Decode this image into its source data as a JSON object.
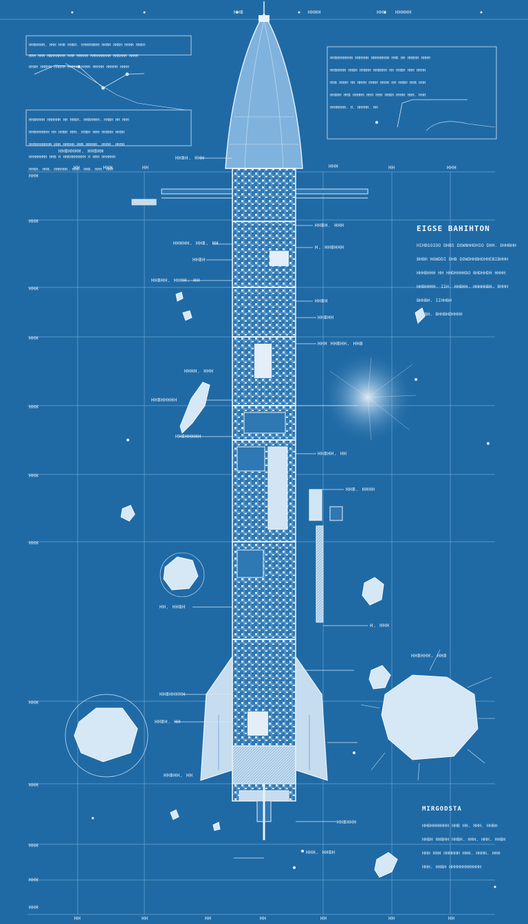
{
  "colors": {
    "background": "#1f6aa5",
    "line": "#d8e9f7",
    "faint_line": "#7fb2db",
    "fill_light": "#c9def0"
  },
  "headings": {
    "right_panel": "EIGSE BAHIHTON",
    "bottom_right": "MIRGODSTA"
  },
  "right_panel_lines": [
    "HIHBSOIDO DHB5 DOWNHHDHIO DHH. DHHBHH",
    "BHBH HOWDDI DHB DOWDHHBHOHHEBIBHHH",
    "HHHBHHH HH HHDHHHHDO BHDHHDH HHHH",
    "HHBHHHH. IIH. HHBHH. HHHHHBH. BHHH",
    "BHHBH. IIHHBH",
    "BHHBH. BHHBHDHHHH"
  ],
  "bottom_right_lines": [
    "HHBHHHHHHH HHB HH. HHH. HHBH",
    "HHBH HHBHH HHBH. HHH. HHH. HHBH",
    "HHH HHH HHHHHH HHH. HHHH. HHH",
    "HHH. HHBH HHHHHHHHHHHH"
  ],
  "top_left_box_lines": [
    "HHBHHHH. HHH HHB HHBH. HHHHHBHH HHBH HHBH HHHH HHBH",
    "HHH HHH HBHHHHHH HHH HHHHH HHHHHHHHH HHBHHH HHHH",
    "HHBH HHBHH HHBHH HHHHH HHHH HHHHH HHHHH HHHH"
  ],
  "top_left_lower_lines": [
    "HHBHHHH HHHHHH HH HHBH. HHBHHHH. HHBH HH HHH",
    "HHBHHHHHH HH HHBH HHH. HHBH HHH HHBHH HHBH",
    "HHBHHHHHHH HHH HHBHH HHB HHHHH. HHBH. HHBH",
    "HHHHHHHH HHB H HHBHHHHHHH H HHH HHHHHH",
    "HHBH. HHB. HHHHHH. HHB. HHB. HHH. HHH"
  ],
  "top_right_box_lines": [
    "HHBHHHHHHH HHHHHH HHHHHHHH HHB HH HHBHH HHHH",
    "HHBHHHH HHBH HHBHH HHBHHH HH HHBH HHH HHHH",
    "HHB HHHH HH HHHH HHHH HHHH HH HHBH HHB HHH",
    "HHBHH HHB HHHHH HHH HHH HHBH HHHH HHH. HHH",
    "HHHHHHH. H. HHHHH. HH"
  ],
  "callouts_left": [
    "HHBHHHH. HHBHH",
    "HHBH. HHH",
    "HHHHH. HHB. HH",
    "HHBH",
    "HHBHH. HHHH. HH",
    "HHHH. HHH",
    "HHBHHHHH",
    "HHBHHHHH",
    "HH. HHBH",
    "HHBHHHHH",
    "HHBH. HH",
    "HHBHH. HH"
  ],
  "callouts_right": [
    "HHBH. HHH",
    "H. HHBHHH",
    "HHBH",
    "HHBHH",
    "HHH HHBHH. HHB",
    "HHBHH. HH",
    "HHB. HHHH",
    "H. HHH",
    "HHBHHH. HHB",
    "HHBHHH",
    "HHH. HHBH"
  ],
  "top_labels": [
    "HHB",
    "HHHH",
    "HHH",
    "HHHHH"
  ],
  "row_labels": [
    "HHH",
    "HHH",
    "HHH",
    "HHH",
    "HHH",
    "HHH",
    "HHH",
    "HHH",
    "HHH",
    "HHH",
    "HHH",
    "HHH"
  ],
  "top_scale_labels": [
    "HH",
    "HHH",
    "HH",
    "HHH",
    "HH",
    "HHH"
  ],
  "bottom_scale_labels": [
    "HH",
    "HH",
    "HH",
    "HH",
    "HH",
    "HH",
    "HH"
  ]
}
